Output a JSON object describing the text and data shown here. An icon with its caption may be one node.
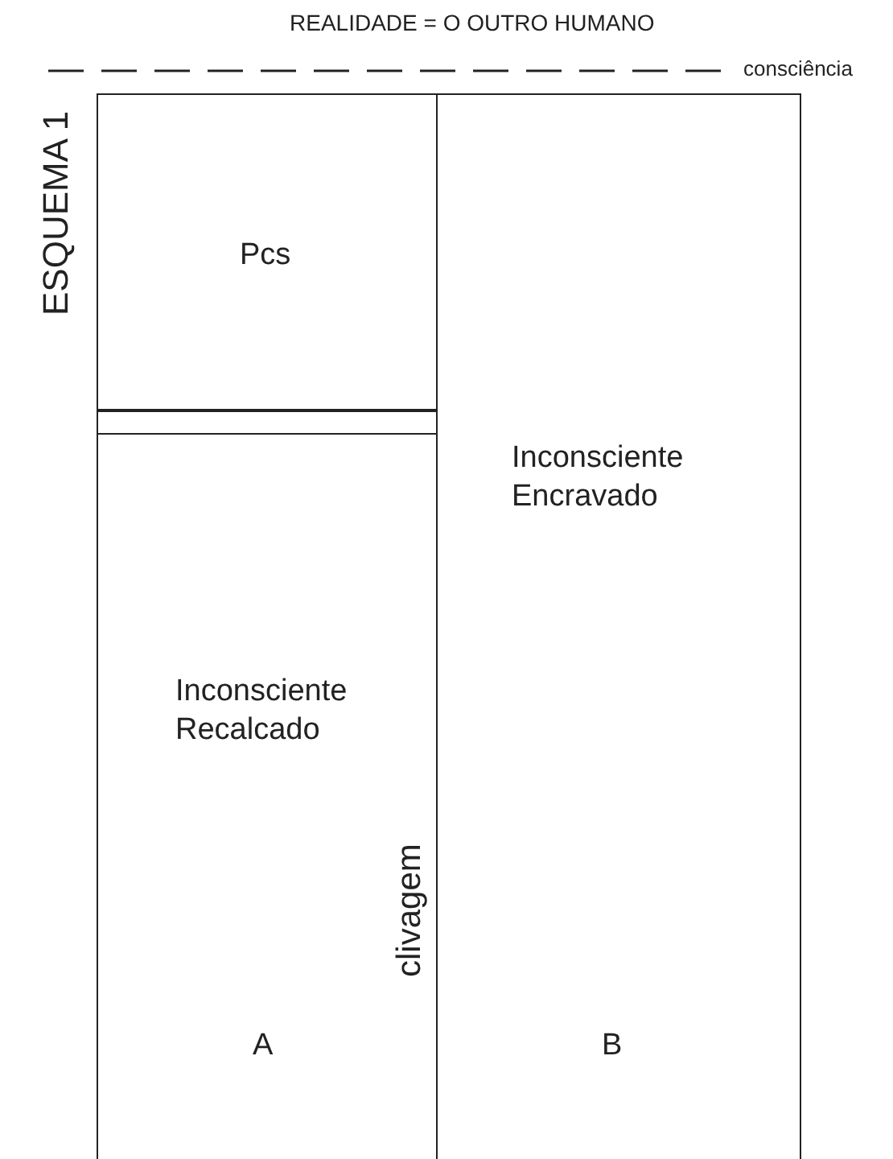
{
  "diagram": {
    "title": "REALIDADE = O OUTRO HUMANO",
    "nodes": [
      {
        "text": [
          "Pcs"
        ]
      },
      {
        "text": [],
        "shape": "bar"
      },
      {
        "text": [
          "Inconsciente Recalcado",
          "A"
        ]
      },
      {
        "text": [
          "Inconsciente Encravado",
          "B"
        ]
      }
    ],
    "labels": [
      "ESQUEMA 1",
      "consciência",
      "clivagem"
    ]
  }
}
